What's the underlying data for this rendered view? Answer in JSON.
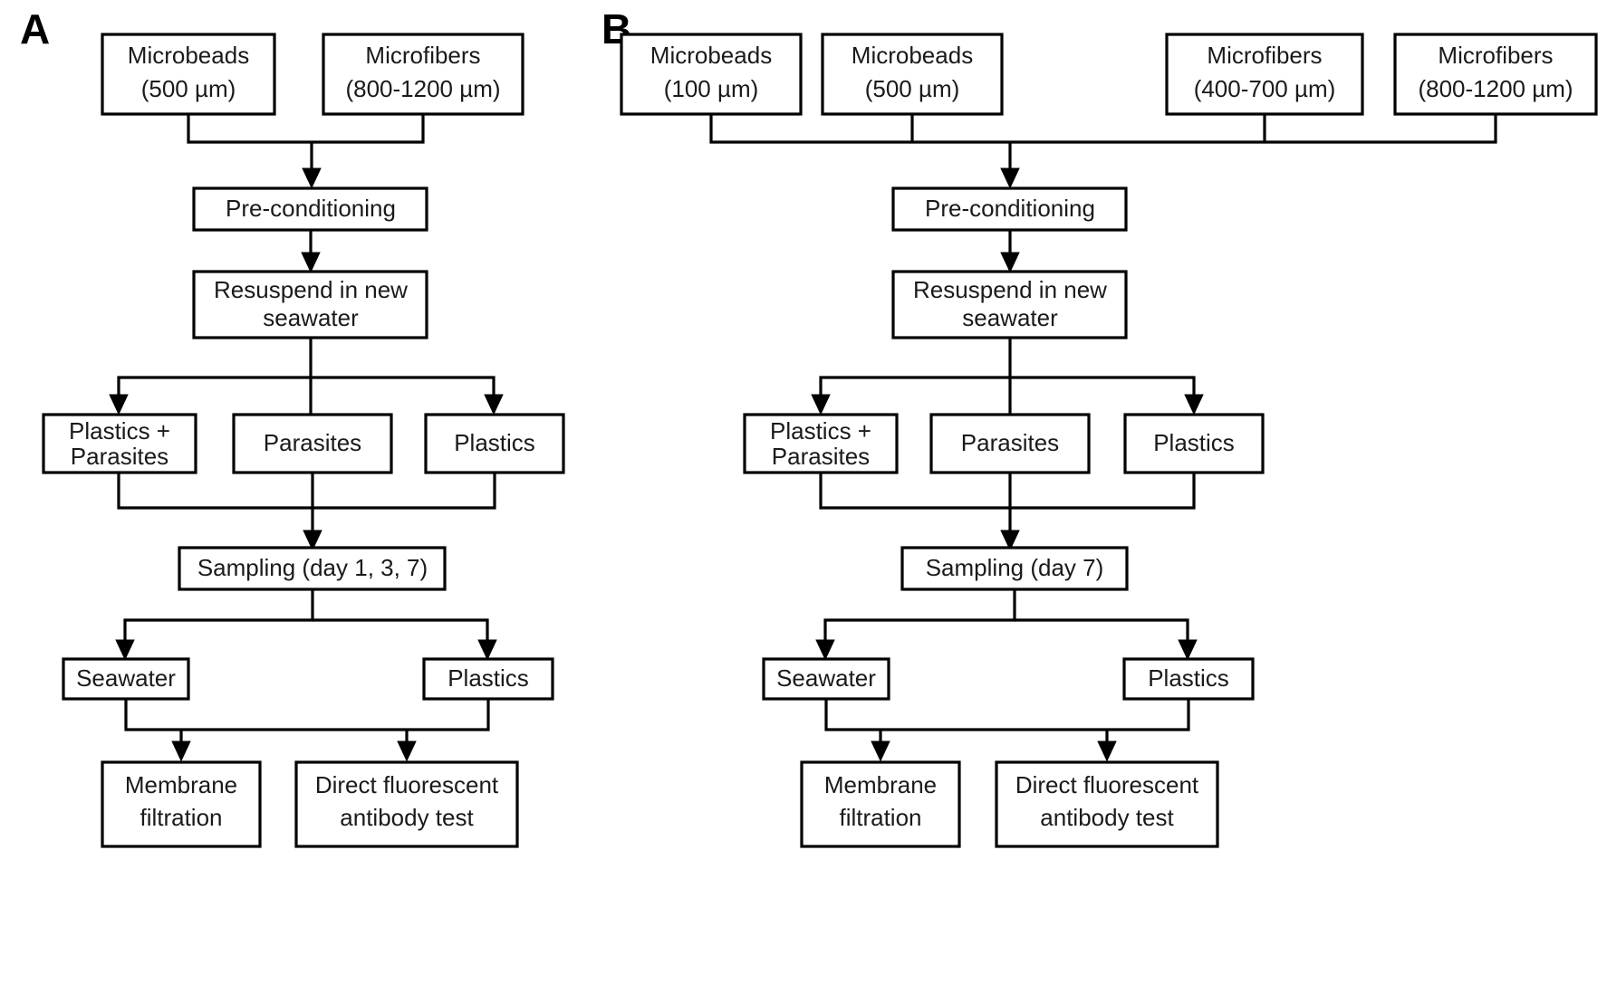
{
  "figure": {
    "background_color": "#ffffff",
    "line_color": "#000000",
    "text_color": "#1a1a1a",
    "type": "two-panel experimental workflow flowchart"
  },
  "panels": [
    {
      "id": "A",
      "letter": "A",
      "nodes": {
        "source_1_line1": "Microbeads",
        "source_1_line2": "(500 µm)",
        "source_2_line1": "Microfibers",
        "source_2_line2": "(800-1200 µm)",
        "preconditioning": "Pre-conditioning",
        "resuspend_line1": "Resuspend in new",
        "resuspend_line2": "seawater",
        "treat_1_line1": "Plastics +",
        "treat_1_line2": "Parasites",
        "treat_2": "Parasites",
        "treat_3": "Plastics",
        "sampling": "Sampling (day 1, 3, 7)",
        "matrix_1": "Seawater",
        "matrix_2": "Plastics",
        "assay_1_line1": "Membrane",
        "assay_1_line2": "filtration",
        "assay_2_line1": "Direct fluorescent",
        "assay_2_line2": "antibody test"
      }
    },
    {
      "id": "B",
      "letter": "B",
      "nodes": {
        "source_1_line1": "Microbeads",
        "source_1_line2": "(100 µm)",
        "source_2_line1": "Microbeads",
        "source_2_line2": "(500 µm)",
        "source_3_line1": "Microfibers",
        "source_3_line2": "(400-700 µm)",
        "source_4_line1": "Microfibers",
        "source_4_line2": "(800-1200 µm)",
        "preconditioning": "Pre-conditioning",
        "resuspend_line1": "Resuspend in new",
        "resuspend_line2": "seawater",
        "treat_1_line1": "Plastics +",
        "treat_1_line2": "Parasites",
        "treat_2": "Parasites",
        "treat_3": "Plastics",
        "sampling": "Sampling (day 7)",
        "matrix_1": "Seawater",
        "matrix_2": "Plastics",
        "assay_1_line1": "Membrane",
        "assay_1_line2": "filtration",
        "assay_2_line1": "Direct fluorescent",
        "assay_2_line2": "antibody test"
      }
    }
  ]
}
